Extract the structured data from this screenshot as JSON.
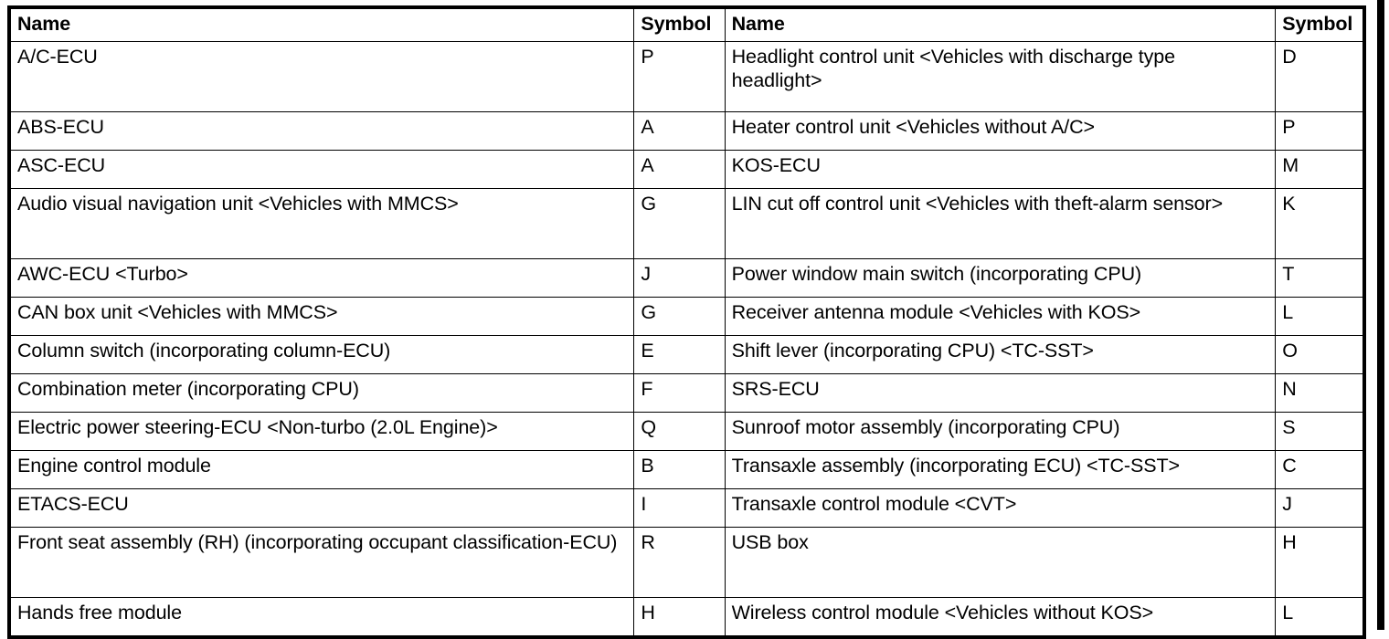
{
  "table": {
    "headers": {
      "name": "Name",
      "symbol": "Symbol"
    },
    "rows": [
      {
        "left_name": "A/C-ECU",
        "left_symbol": "P",
        "right_name": "Headlight control unit <Vehicles with discharge type headlight>",
        "right_symbol": "D",
        "height": "double"
      },
      {
        "left_name": "ABS-ECU",
        "left_symbol": "A",
        "right_name": "Heater control unit <Vehicles without A/C>",
        "right_symbol": "P",
        "height": "single"
      },
      {
        "left_name": "ASC-ECU",
        "left_symbol": "A",
        "right_name": "KOS-ECU",
        "right_symbol": "M",
        "height": "single"
      },
      {
        "left_name": "Audio visual navigation unit <Vehicles with MMCS>",
        "left_symbol": "G",
        "right_name": "LIN cut off control unit <Vehicles with theft-alarm sensor>",
        "right_symbol": "K",
        "height": "double"
      },
      {
        "left_name": "AWC-ECU <Turbo>",
        "left_symbol": "J",
        "right_name": "Power window main switch (incorporating CPU)",
        "right_symbol": "T",
        "height": "single"
      },
      {
        "left_name": "CAN box unit <Vehicles with MMCS>",
        "left_symbol": "G",
        "right_name": "Receiver antenna module <Vehicles with KOS>",
        "right_symbol": "L",
        "height": "single"
      },
      {
        "left_name": "Column switch (incorporating column-ECU)",
        "left_symbol": "E",
        "right_name": "Shift lever (incorporating CPU) <TC-SST>",
        "right_symbol": "O",
        "height": "single"
      },
      {
        "left_name": "Combination meter (incorporating CPU)",
        "left_symbol": "F",
        "right_name": "SRS-ECU",
        "right_symbol": "N",
        "height": "single"
      },
      {
        "left_name": "Electric power steering-ECU <Non-turbo (2.0L Engine)>",
        "left_symbol": "Q",
        "right_name": "Sunroof motor assembly (incorporating CPU)",
        "right_symbol": "S",
        "height": "single"
      },
      {
        "left_name": "Engine control module",
        "left_symbol": "B",
        "right_name": "Transaxle assembly (incorporating ECU) <TC-SST>",
        "right_symbol": "C",
        "height": "single"
      },
      {
        "left_name": "ETACS-ECU",
        "left_symbol": "I",
        "right_name": "Transaxle control module <CVT>",
        "right_symbol": "J",
        "height": "single"
      },
      {
        "left_name": "Front seat assembly (RH) (incorporating occupant classification-ECU)",
        "left_symbol": "R",
        "right_name": "USB box",
        "right_symbol": "H",
        "height": "double"
      },
      {
        "left_name": "Hands free module",
        "left_symbol": "H",
        "right_name": "Wireless control module <Vehicles without KOS>",
        "right_symbol": "L",
        "height": "single"
      }
    ]
  },
  "colors": {
    "border": "#000000",
    "text": "#000000",
    "background": "#ffffff"
  }
}
